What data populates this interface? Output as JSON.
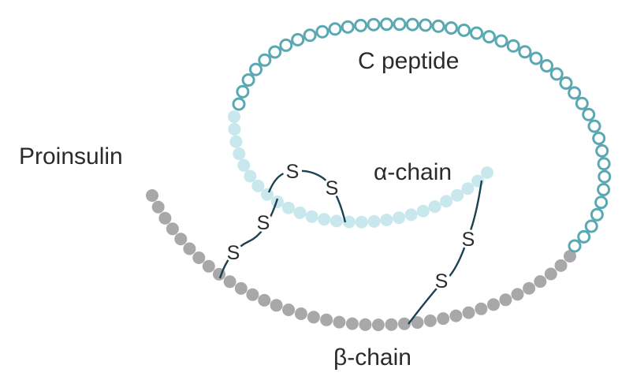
{
  "labels": {
    "proinsulin": "Proinsulin",
    "c_peptide": "C peptide",
    "alpha_chain": "α-chain",
    "beta_chain": "β-chain",
    "sulfur": "S"
  },
  "colors": {
    "beta_chain": "#a8a8aa",
    "alpha_chain": "#c8e8ee",
    "c_peptide_stroke": "#5aa9b2",
    "c_peptide_fill": "#ffffff",
    "bond": "#1c4150",
    "text": "#2b2b2b"
  }
}
